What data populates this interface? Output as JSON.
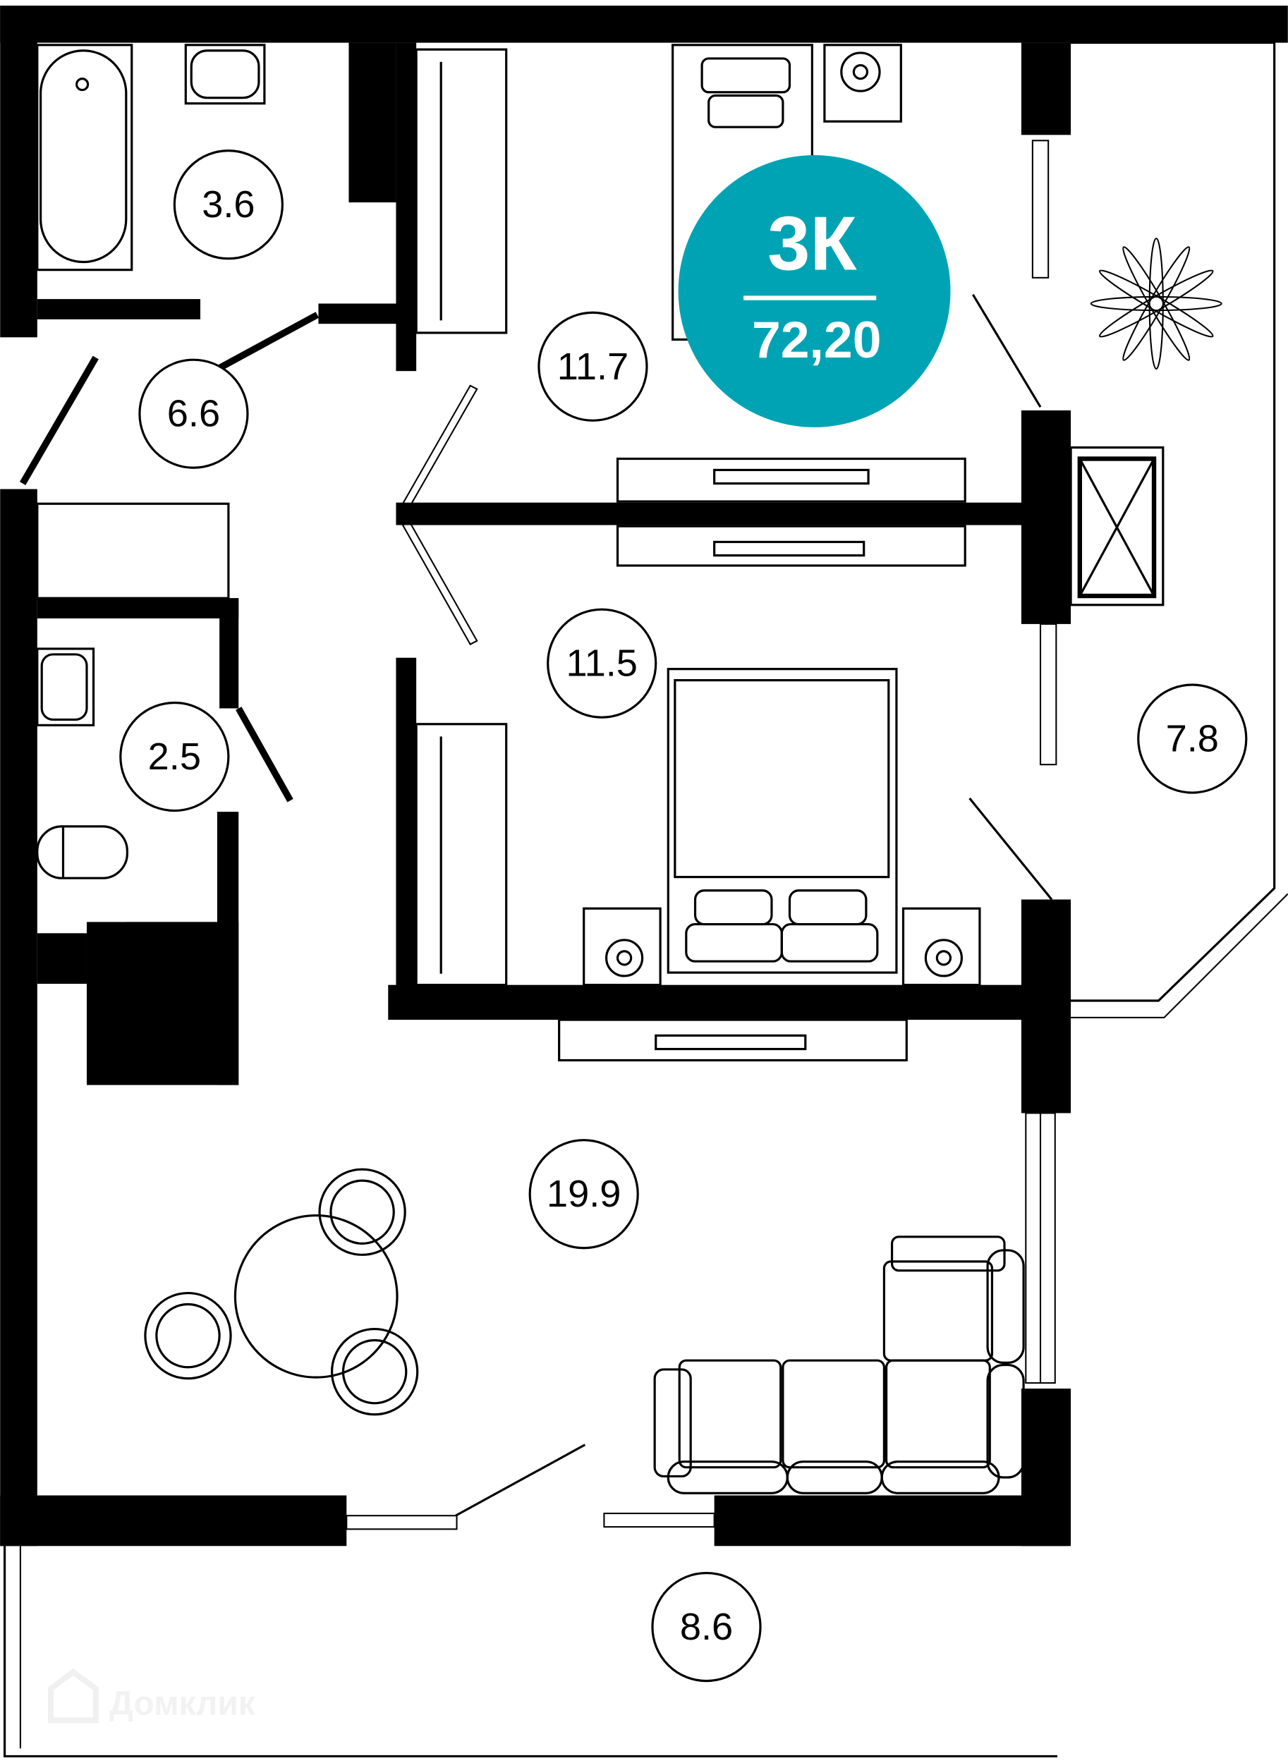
{
  "plan": {
    "type_label": "3К",
    "total_area": "72,20",
    "badge_color": "#00A3B4",
    "watermark": "Домклик",
    "rooms": [
      {
        "id": "bathroom",
        "area": "3.6"
      },
      {
        "id": "hallway",
        "area": "6.6"
      },
      {
        "id": "bedroom-1",
        "area": "11.7"
      },
      {
        "id": "bedroom-2",
        "area": "11.5"
      },
      {
        "id": "wc",
        "area": "2.5"
      },
      {
        "id": "balcony-right",
        "area": "7.8"
      },
      {
        "id": "living-kitchen",
        "area": "19.9"
      },
      {
        "id": "balcony-bottom",
        "area": "8.6"
      }
    ]
  }
}
